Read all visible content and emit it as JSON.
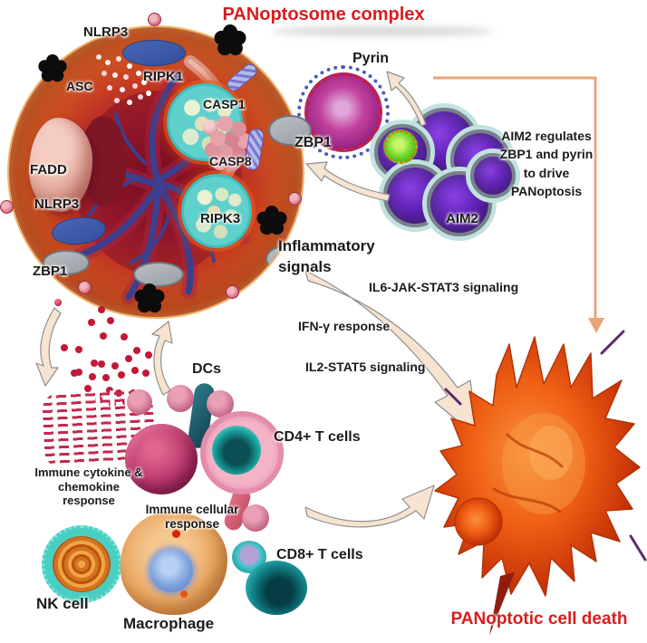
{
  "figure_title": "PANoptosome complex",
  "complex": {
    "nlrp3_top": "NLRP3",
    "asc": "ASC",
    "ripk1": "RIPK1",
    "casp1": "CASP1",
    "casp8": "CASP8",
    "ripk3": "RIPK3",
    "fadd": "FADD",
    "nlrp3_left": "NLRP3",
    "zbp1_bottom": "ZBP1",
    "zbp1_right": "ZBP1"
  },
  "regulators": {
    "pyrin": "Pyrin",
    "aim2": "AIM2",
    "note": "AIM2 regulates ZBP1 and pyrin to drive PANoptosis"
  },
  "signals": {
    "inflammatory": "Inflammatory signals",
    "il6": "IL6-JAK-STAT3  signaling",
    "ifn": "IFN-γ response",
    "il2": "IL2-STAT5 signaling"
  },
  "immune": {
    "dcs": "DCs",
    "cd4": "CD4+ T cells",
    "cd8": "CD8+ T cells",
    "nk": "NK cell",
    "macrophage": "Macrophage",
    "cytokine_note": "Immune cytokine & chemokine response",
    "cellular_note": "Immune cellular response"
  },
  "outcome": {
    "label": "PANoptotic cell death"
  },
  "colors": {
    "title_red": "#d81d1d",
    "outcome_red": "#d81d1d",
    "arrow_beige": "#f6e3d0",
    "connector_orange": "#e9a478",
    "label_black": "#1b1b1b"
  }
}
